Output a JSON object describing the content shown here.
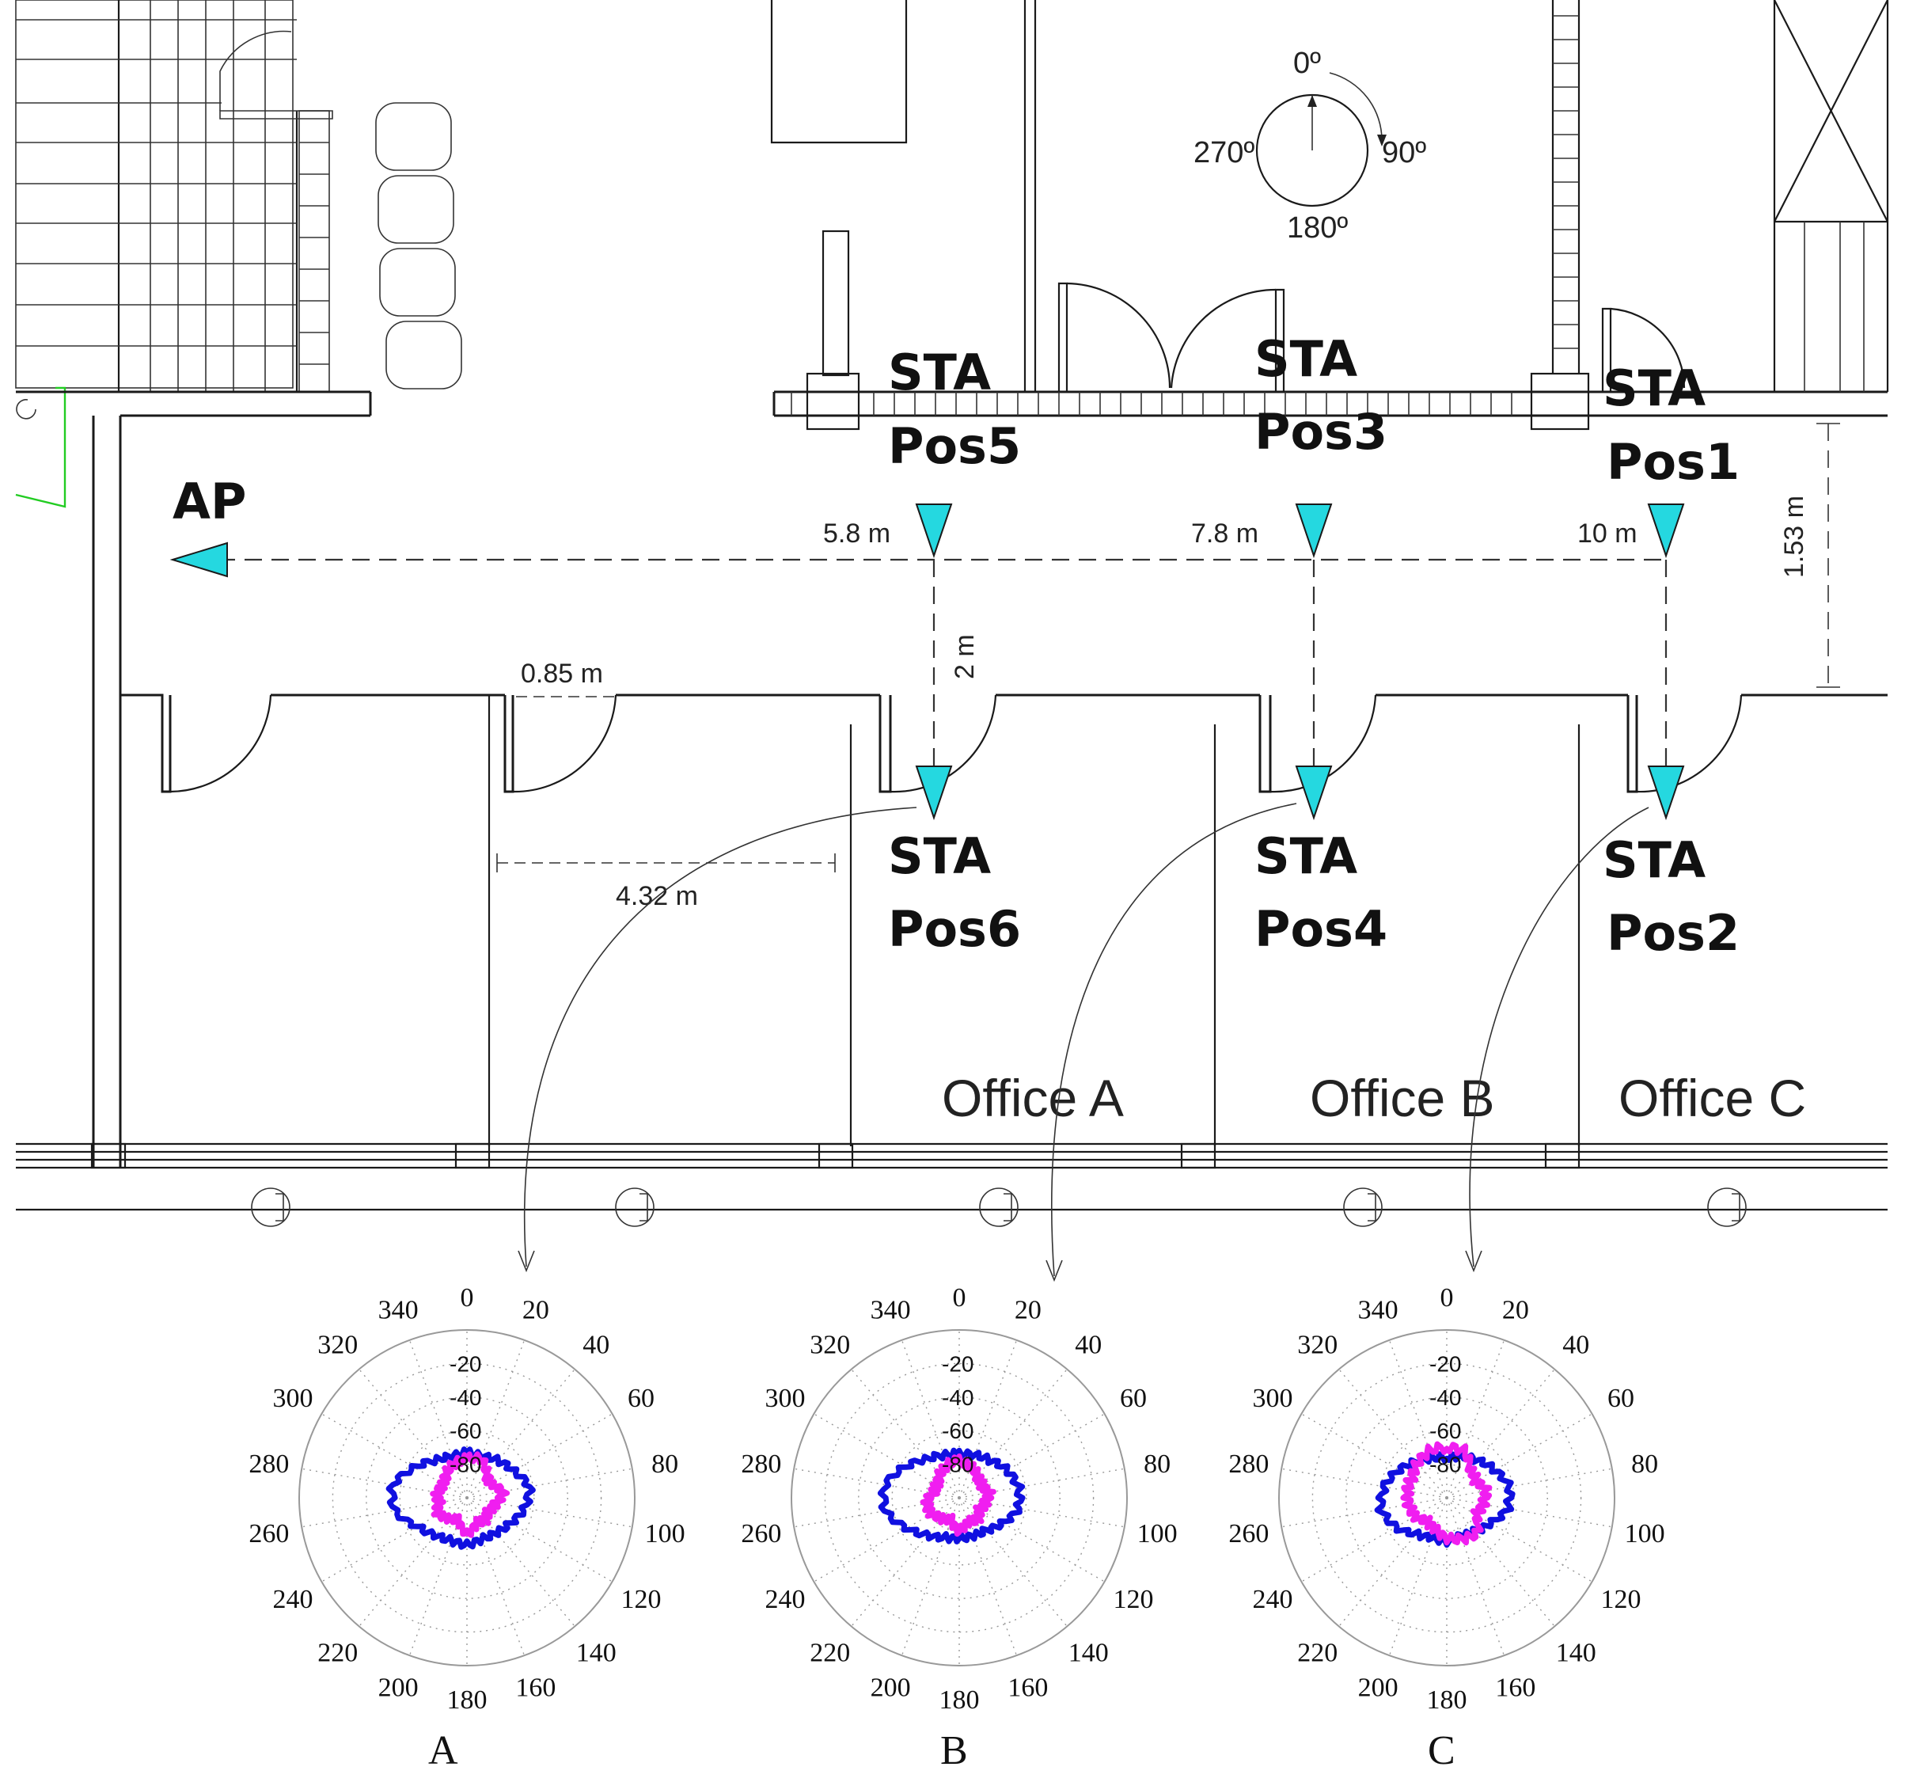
{
  "access_point": {
    "label": "AP"
  },
  "stations": [
    {
      "id": "pos5",
      "line1": "STA",
      "line2": "Pos5",
      "distance": "5.8 m"
    },
    {
      "id": "pos3",
      "line1": "STA",
      "line2": "Pos3",
      "distance": "7.8 m"
    },
    {
      "id": "pos1",
      "line1": "STA",
      "line2": "Pos1",
      "distance": "10 m"
    },
    {
      "id": "pos6",
      "line1": "STA",
      "line2": "Pos6"
    },
    {
      "id": "pos4",
      "line1": "STA",
      "line2": "Pos4"
    },
    {
      "id": "pos2",
      "line1": "STA",
      "line2": "Pos2"
    }
  ],
  "measurements": {
    "corridor_offset": "2 m",
    "corridor_width": "1.53 m",
    "door_width": "0.85 m",
    "office_width": "4.32 m"
  },
  "offices": [
    "Office  A",
    "Office B",
    "Office  C"
  ],
  "compass": {
    "north": "0º",
    "east": "90º",
    "south": "180º",
    "west": "270º"
  },
  "polar_plots": {
    "angle_labels": [
      "0",
      "20",
      "40",
      "60",
      "80",
      "100",
      "120",
      "140",
      "160",
      "180",
      "200",
      "220",
      "240",
      "260",
      "280",
      "300",
      "320",
      "340"
    ],
    "ring_labels": [
      "-20",
      "-40",
      "-60",
      "-80"
    ],
    "panel_labels": [
      "A",
      "B",
      "C"
    ]
  },
  "colors": {
    "marker": "#25d8e0",
    "series_blue": "#1010e0",
    "series_magenta": "#f01ef0",
    "door_green": "#22cc22"
  },
  "chart_data": [
    {
      "type": "polar",
      "panel": "A",
      "theta_unit": "degrees",
      "r_ticks": [
        -20,
        -40,
        -60,
        -80
      ],
      "theta_ticks": [
        0,
        20,
        40,
        60,
        80,
        100,
        120,
        140,
        160,
        180,
        200,
        220,
        240,
        260,
        280,
        300,
        320,
        340
      ],
      "series": [
        {
          "color": "#1010e0",
          "theta": [
            0,
            20,
            40,
            60,
            80,
            100,
            120,
            140,
            160,
            180,
            200,
            220,
            240,
            260,
            280,
            300,
            320,
            340
          ],
          "r": [
            -73,
            -74,
            -71,
            -68,
            -62,
            -65,
            -70,
            -73,
            -74,
            -72,
            -73,
            -71,
            -66,
            -56,
            -55,
            -64,
            -71,
            -74
          ]
        },
        {
          "color": "#f01ef0",
          "theta": [
            0,
            20,
            40,
            60,
            80,
            100,
            120,
            140,
            160,
            180,
            200,
            220,
            240,
            260,
            280,
            300,
            320,
            340
          ],
          "r": [
            -77,
            -75,
            -82,
            -84,
            -78,
            -82,
            -85,
            -83,
            -84,
            -78,
            -86,
            -84,
            -80,
            -83,
            -82,
            -84,
            -81,
            -78
          ]
        }
      ]
    },
    {
      "type": "polar",
      "panel": "B",
      "theta_unit": "degrees",
      "r_ticks": [
        -20,
        -40,
        -60,
        -80
      ],
      "theta_ticks": [
        0,
        20,
        40,
        60,
        80,
        100,
        120,
        140,
        160,
        180,
        200,
        220,
        240,
        260,
        280,
        300,
        320,
        340
      ],
      "series": [
        {
          "color": "#1010e0",
          "theta": [
            0,
            20,
            40,
            60,
            80,
            100,
            120,
            140,
            160,
            180,
            200,
            220,
            240,
            260,
            280,
            300,
            320,
            340
          ],
          "r": [
            -74,
            -73,
            -71,
            -67,
            -64,
            -64,
            -70,
            -75,
            -76,
            -76,
            -75,
            -71,
            -64,
            -55,
            -55,
            -63,
            -70,
            -73
          ]
        },
        {
          "color": "#f01ef0",
          "theta": [
            0,
            20,
            40,
            60,
            80,
            100,
            120,
            140,
            160,
            180,
            200,
            220,
            240,
            260,
            280,
            300,
            320,
            340
          ],
          "r": [
            -78,
            -80,
            -83,
            -85,
            -82,
            -84,
            -86,
            -83,
            -85,
            -80,
            -86,
            -84,
            -81,
            -80,
            -84,
            -85,
            -82,
            -79
          ]
        }
      ]
    },
    {
      "type": "polar",
      "panel": "C",
      "theta_unit": "degrees",
      "r_ticks": [
        -20,
        -40,
        -60,
        -80
      ],
      "theta_ticks": [
        0,
        20,
        40,
        60,
        80,
        100,
        120,
        140,
        160,
        180,
        200,
        220,
        240,
        260,
        280,
        300,
        320,
        340
      ],
      "series": [
        {
          "color": "#1010e0",
          "theta": [
            0,
            20,
            40,
            60,
            80,
            100,
            120,
            140,
            160,
            180,
            200,
            220,
            240,
            260,
            280,
            300,
            320,
            340
          ],
          "r": [
            -76,
            -74,
            -71,
            -67,
            -62,
            -63,
            -70,
            -74,
            -76,
            -74,
            -75,
            -72,
            -65,
            -60,
            -62,
            -67,
            -72,
            -75
          ]
        },
        {
          "color": "#f01ef0",
          "theta": [
            0,
            20,
            40,
            60,
            80,
            100,
            120,
            140,
            160,
            180,
            200,
            220,
            240,
            260,
            280,
            300,
            320,
            340
          ],
          "r": [
            -70,
            -70,
            -78,
            -80,
            -76,
            -78,
            -80,
            -72,
            -74,
            -76,
            -80,
            -82,
            -78,
            -77,
            -76,
            -76,
            -73,
            -70
          ]
        }
      ]
    }
  ]
}
